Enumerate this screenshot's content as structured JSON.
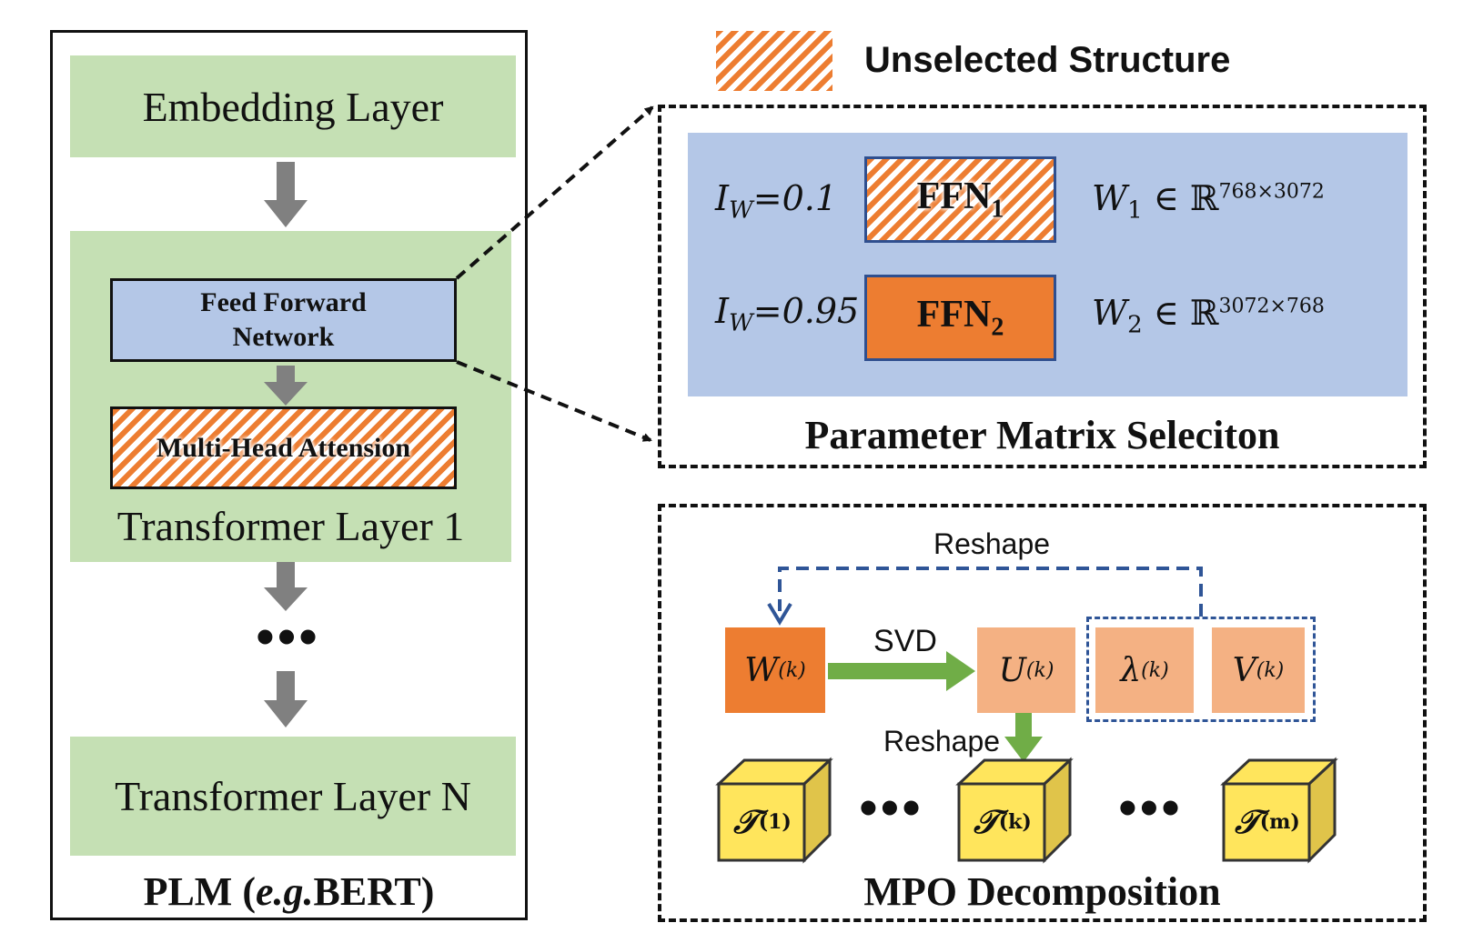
{
  "legend": {
    "label": "Unselected Structure"
  },
  "plm": {
    "embedding_label": "Embedding Layer",
    "ffn_label_line1": "Feed Forward",
    "ffn_label_line2": "Network",
    "mha_label": "Multi-Head Attension",
    "transformer1_label": "Transformer Layer 1",
    "ellipsis": "•••",
    "transformerN_label": "Transformer Layer N",
    "caption_prefix": "PLM (",
    "caption_eg": "e.g.",
    "caption_suffix": " BERT)"
  },
  "pms": {
    "caption": "Parameter Matrix Seleciton",
    "row1": {
      "iw_prefix": "I",
      "iw_sub": "W",
      "iw_value": "=0.1",
      "ffn_name": "FFN",
      "ffn_sub": "1",
      "w_name": "W",
      "w_sub": "1",
      "space": "∈ ℝ",
      "dims": "768×3072"
    },
    "row2": {
      "iw_prefix": "I",
      "iw_sub": "W",
      "iw_value": "=0.95",
      "ffn_name": "FFN",
      "ffn_sub": "2",
      "w_name": "W",
      "w_sub": "2",
      "space": "∈ ℝ",
      "dims": "3072×768"
    }
  },
  "mpo": {
    "caption": "MPO Decomposition",
    "reshape_top": "Reshape",
    "svd": "SVD",
    "reshape_mid": "Reshape",
    "w_k": {
      "base": "W",
      "sup": "(k)"
    },
    "u_k": {
      "base": "U",
      "sup": "(k)"
    },
    "lambda_k": {
      "base": "λ",
      "sup": "(k)"
    },
    "v_k": {
      "base": "V",
      "sup": "(k)"
    },
    "tensors": [
      {
        "base": "𝒯",
        "sup": "(1)"
      },
      {
        "base": "𝒯",
        "sup": "(k)"
      },
      {
        "base": "𝒯",
        "sup": "(m)"
      }
    ],
    "ellipsis": "•••"
  },
  "colors": {
    "green_block": "#c5e0b4",
    "blue_block": "#b4c7e7",
    "orange": "#ed7d31",
    "light_orange": "#f4b183",
    "arrow_gray": "#808080",
    "arrow_green": "#70ad47",
    "dashed_blue": "#2f5597",
    "cube_yellow": "#ffe55c"
  }
}
